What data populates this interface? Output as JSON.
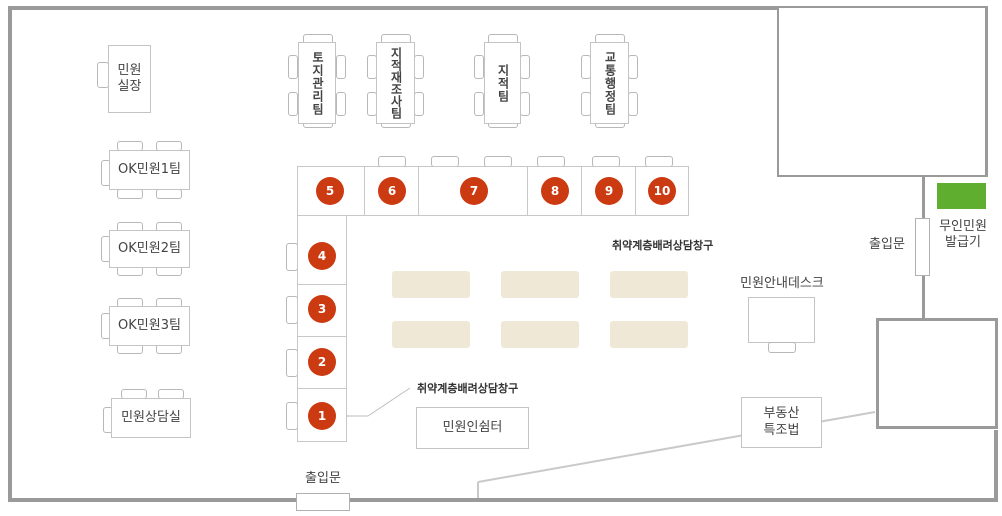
{
  "rooms": {
    "manager_office": "민원\n실장",
    "ok_team_1": "OK민원1팀",
    "ok_team_2": "OK민원2팀",
    "ok_team_3": "OK민원3팀",
    "consult_room": "민원상담실",
    "land_team": "토지관리팀",
    "cadastral_survey_team": "지적재조사팀",
    "cadastral_team": "지적팀",
    "traffic_team": "교통행정팀",
    "info_desk": "민원안내데스크",
    "rest_area": "민원인쉼터",
    "real_estate": "부동산\n특조법",
    "kiosk": "무인민원\n발급기"
  },
  "counters": [
    "1",
    "2",
    "3",
    "4",
    "5",
    "6",
    "7",
    "8",
    "9",
    "10"
  ],
  "notes": {
    "vulnerable_window_top": "취약계층배려상담창구",
    "vulnerable_window_bottom": "취약계층배려상담창구"
  },
  "entrances": {
    "bottom": "출입문",
    "right": "출입문"
  },
  "colors": {
    "counter_badge": "#cc3a12",
    "kiosk": "#5fae2f",
    "seat": "#efe8d7",
    "wall": "#9a9a9a"
  }
}
